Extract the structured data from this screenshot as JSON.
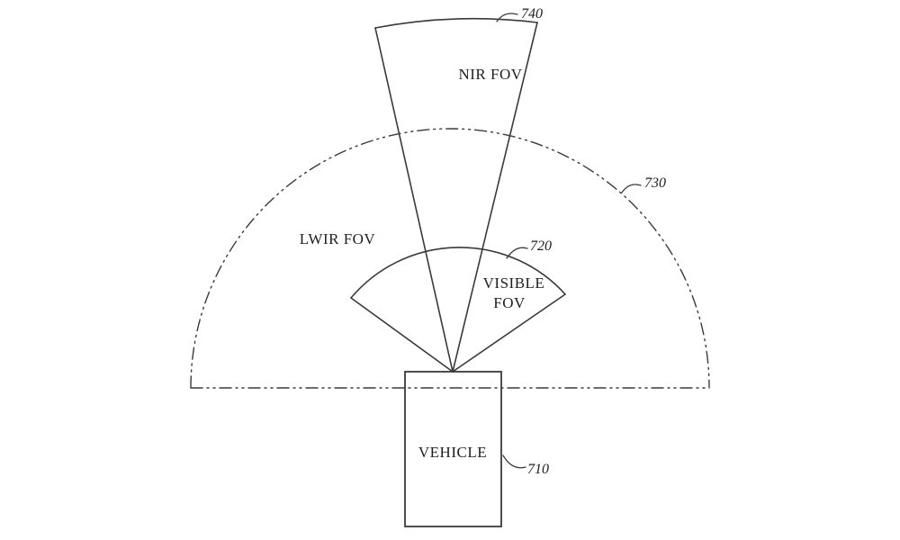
{
  "diagram": {
    "colors": {
      "line": "#3a3a3a",
      "text": "#1f1f1f",
      "background": "#ffffff"
    },
    "labels": {
      "nir_fov": "NIR FOV",
      "lwir_fov": "LWIR FOV",
      "visible_fov_line1": "VISIBLE",
      "visible_fov_line2": "FOV",
      "vehicle": "VEHICLE"
    },
    "ref_numerals": {
      "nir_fov": "740",
      "lwir_fov": "730",
      "visible_fov": "720",
      "vehicle": "710"
    }
  }
}
